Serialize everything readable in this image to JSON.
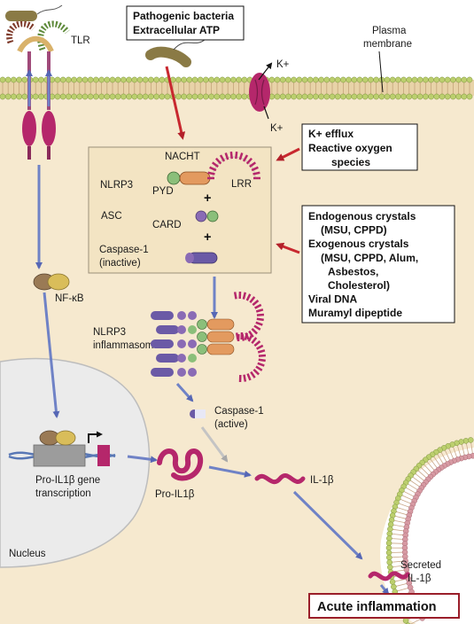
{
  "labels": {
    "tlr": "TLR",
    "plasma_membrane_line1": "Plasma",
    "plasma_membrane_line2": "membrane",
    "k_top": "K+",
    "k_bottom": "K+",
    "nacht": "NACHT",
    "nlrp3": "NLRP3",
    "pyd": "PYD",
    "lrr": "LRR",
    "asc": "ASC",
    "card": "CARD",
    "caspase_inactive_line1": "Caspase-1",
    "caspase_inactive_line2": "(inactive)",
    "nfkb": "NF-κB",
    "inflammasome_line1": "NLRP3",
    "inflammasome_line2": "inflammasome",
    "caspase_active_line1": "Caspase-1",
    "caspase_active_line2": "(active)",
    "gene_line1": "Pro-IL1β gene",
    "gene_line2": "transcription",
    "pro_il1b": "Pro-IL1β",
    "il1b": "IL-1β",
    "nucleus": "Nucleus",
    "secreted_line1": "Secreted",
    "secreted_line2": "IL-1β",
    "plus1": "+",
    "plus2": "+"
  },
  "boxes": {
    "pathogen_line1": "Pathogenic bacteria",
    "pathogen_line2": "Extracellular ATP",
    "kefflux_line1": "K+ efflux",
    "kefflux_line2": "Reactive oxygen",
    "kefflux_line3": "species",
    "crystals": [
      "Endogenous crystals",
      "(MSU, CPPD)",
      "Exogenous crystals",
      "(MSU, CPPD, Alum,",
      "Asbestos,",
      "Cholesterol)",
      "Viral DNA",
      "Muramyl dipeptide"
    ],
    "acute": "Acute inflammation"
  },
  "colors": {
    "cytoplasm": "#f6e9cf",
    "membrane_head": "#bccf6e",
    "membrane_tail": "#d2b890",
    "outer_membrane_head": "#d79aa3",
    "nucleus": "#ebebeb",
    "red_arrow": "#c8282f",
    "blue_arrow": "#6f82c6",
    "magenta": "#b5276b",
    "purple": "#6b5aa6",
    "green": "#8bbf7a",
    "orange": "#e39a5f",
    "box_border": "#9a1e2a"
  }
}
